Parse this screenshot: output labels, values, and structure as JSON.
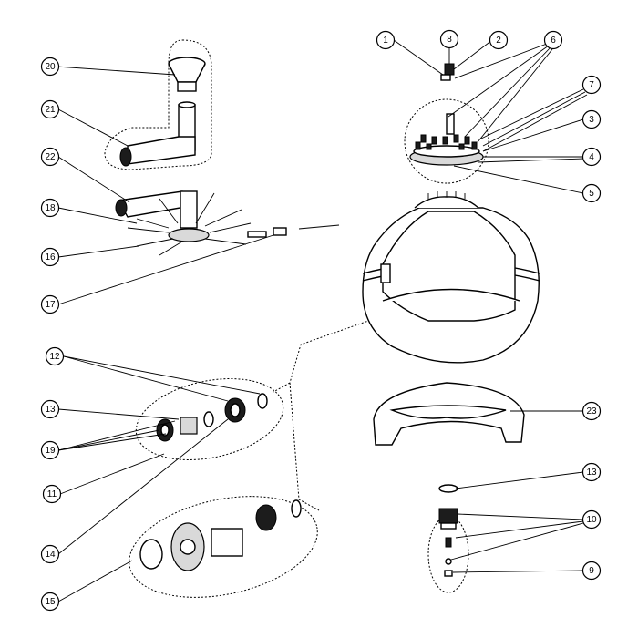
{
  "callouts": [
    {
      "id": "c1",
      "label": "1"
    },
    {
      "id": "c8",
      "label": "8"
    },
    {
      "id": "c2",
      "label": "2"
    },
    {
      "id": "c6",
      "label": "6"
    },
    {
      "id": "c7",
      "label": "7"
    },
    {
      "id": "c3",
      "label": "3"
    },
    {
      "id": "c4",
      "label": "4"
    },
    {
      "id": "c5",
      "label": "5"
    },
    {
      "id": "c20",
      "label": "20"
    },
    {
      "id": "c21",
      "label": "21"
    },
    {
      "id": "c22",
      "label": "22"
    },
    {
      "id": "c18",
      "label": "18"
    },
    {
      "id": "c16",
      "label": "16"
    },
    {
      "id": "c17",
      "label": "17"
    },
    {
      "id": "c12",
      "label": "12"
    },
    {
      "id": "c13a",
      "label": "13"
    },
    {
      "id": "c19",
      "label": "19"
    },
    {
      "id": "c11",
      "label": "11"
    },
    {
      "id": "c14",
      "label": "14"
    },
    {
      "id": "c15",
      "label": "15"
    },
    {
      "id": "c23",
      "label": "23"
    },
    {
      "id": "c13b",
      "label": "13"
    },
    {
      "id": "c10",
      "label": "10"
    },
    {
      "id": "c9",
      "label": "9"
    }
  ]
}
